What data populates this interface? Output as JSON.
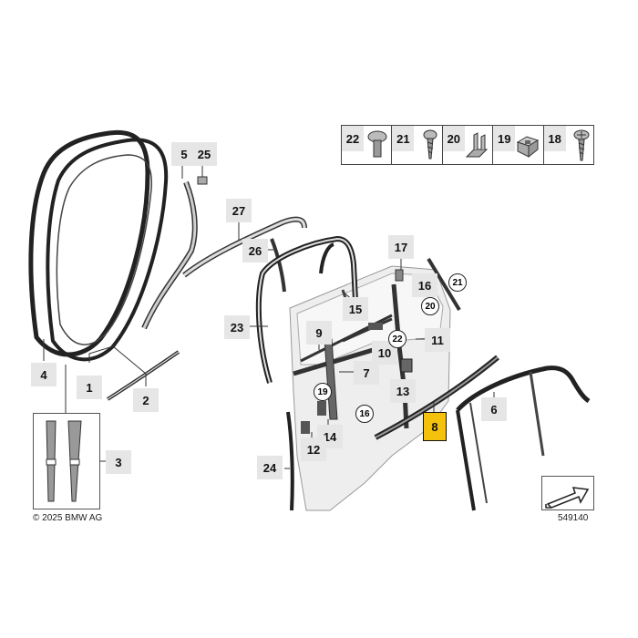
{
  "diagram": {
    "copyright": "© 2025 BMW AG",
    "diagram_number": "549140",
    "hardware_parts": [
      {
        "num": "22",
        "icon": "rivet-screw-icon"
      },
      {
        "num": "21",
        "icon": "screw-icon"
      },
      {
        "num": "20",
        "icon": "bracket-icon"
      },
      {
        "num": "19",
        "icon": "clip-icon"
      },
      {
        "num": "18",
        "icon": "tapping-screw-icon"
      }
    ],
    "labels": {
      "p1": "1",
      "p2": "2",
      "p3": "3",
      "p4": "4",
      "p5": "5",
      "p6": "6",
      "p7": "7",
      "p8": "8",
      "p9": "9",
      "p10": "10",
      "p11": "11",
      "p12": "12",
      "p13": "13",
      "p14": "14",
      "p15": "15",
      "p16": "16",
      "p17": "17",
      "p23": "23",
      "p24": "24",
      "p25": "25",
      "p26": "26",
      "p27": "27"
    },
    "circled": {
      "c16": "16",
      "c19": "19",
      "c20": "20",
      "c21": "21",
      "c22": "22"
    },
    "highlight_color": "#f4c20d"
  }
}
